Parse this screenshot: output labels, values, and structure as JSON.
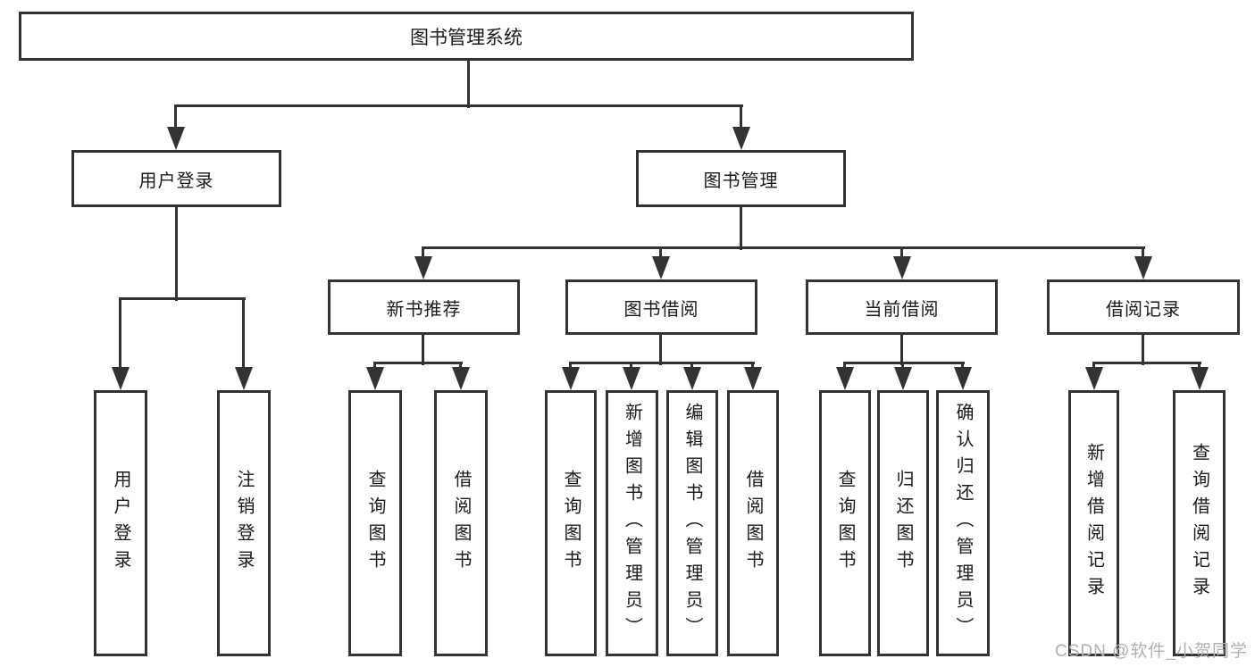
{
  "diagram": {
    "root": "图书管理系统",
    "user_branch": {
      "label": "用户登录",
      "children": [
        "用户登录",
        "注销登录"
      ]
    },
    "mgmt_branch": {
      "label": "图书管理"
    },
    "modules": [
      {
        "label": "新书推荐",
        "children": [
          "查询图书",
          "借阅图书"
        ]
      },
      {
        "label": "图书借阅",
        "children": [
          "查询图书",
          "新增图书（管理员）",
          "编辑图书（管理员）",
          "借阅图书"
        ]
      },
      {
        "label": "当前借阅",
        "children": [
          "查询图书",
          "归还图书",
          "确认归还（管理员）"
        ]
      },
      {
        "label": "借阅记录",
        "children": [
          "新增借阅记录",
          "查询借阅记录"
        ]
      }
    ],
    "watermark": "CSDN @软件_小贺同学"
  },
  "style": {
    "line_color": "#333333",
    "box_background": "#ffffff",
    "text_color": "#1a1a1a",
    "watermark_color": "#b0b0b0"
  }
}
